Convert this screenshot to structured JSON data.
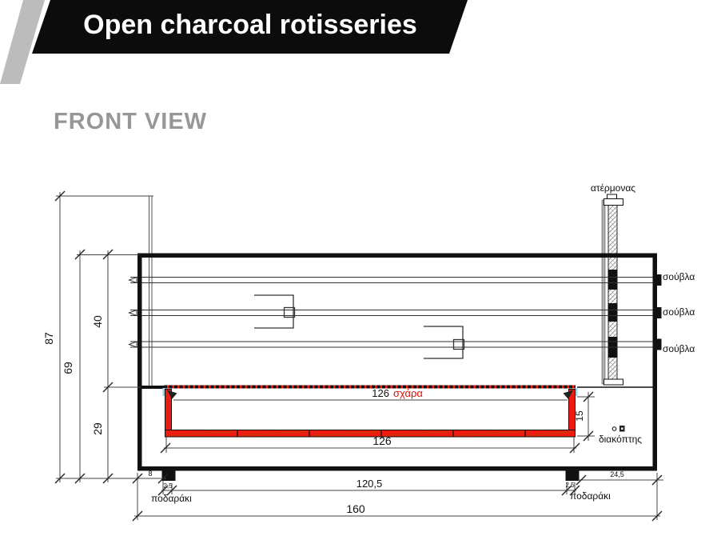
{
  "header": {
    "title": "Open charcoal rotisseries"
  },
  "view": {
    "label": "FRONT VIEW"
  },
  "labels": {
    "worm_screw": "ατέρμονας",
    "skewer": "σούβλα",
    "grate_value": "126",
    "grate_name": "σχάρα",
    "switch": "διακόπτης",
    "foot": "ποδαράκι"
  },
  "dims": {
    "total_height": "87",
    "body_height": "69",
    "upper_section": "40",
    "lower_section": "29",
    "tray_height": "15",
    "tray_width": "126",
    "edge_to_foot": "8",
    "foot_left_width": "2,5",
    "feet_span": "120,5",
    "foot_right_width": "2,5",
    "foot_to_edge": "24,5",
    "total_width": "160"
  },
  "colors": {
    "accent_red": "#ee1b10",
    "cyan_mark": "#8fd9e8",
    "banner_black": "#0c0c0c",
    "gray_accent": "#bcbcbc",
    "view_gray": "#979797"
  }
}
